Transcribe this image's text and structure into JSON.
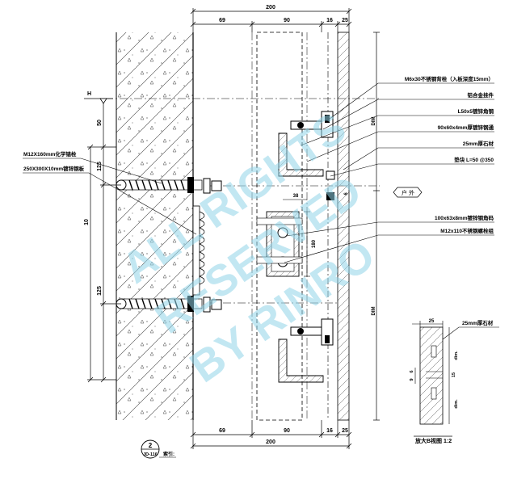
{
  "dimensions": {
    "top_total": "200",
    "top_segments": [
      "69",
      "90",
      "16",
      "25"
    ],
    "bottom_total": "200",
    "bottom_segments": [
      "69",
      "90",
      "16",
      "25"
    ],
    "left_50": "50",
    "left_125_top": "125",
    "left_10": "10",
    "left_125_bottom": "125",
    "bracket_38": "38",
    "bracket_180": "180",
    "right_dim_top": "DIM",
    "right_dim_bottom": "DIM",
    "gap_6": "6",
    "level_mark": "H"
  },
  "callouts": [
    "M6x30不锈钢背栓（入板深度15mm）",
    "铝合金挂件",
    "L50x5镀锌角钢",
    "90x60x4mm厚镀锌钢通",
    "25mm厚石材",
    "垫块 L=50 @350",
    "100x63x8mm镀锌钢角码",
    "M12x110不锈钢螺栓组"
  ],
  "left_callouts": [
    "M12X160mm化学锚栓",
    "250X300X10mm镀锌钢板"
  ],
  "outdoor_label": "户 外",
  "detail": {
    "stone_label": "25mm厚石材",
    "dim_top": "25",
    "dim_15": "15",
    "dim_6": "6",
    "dim_9": "9",
    "dim_a": "dim.",
    "dim_b": "dim.",
    "title": "放大B视图 1:2"
  },
  "index_symbol": {
    "number": "2",
    "sheet": "JD-116",
    "label": "索引:"
  },
  "watermark": [
    "ALL RIGHTS",
    "RESERVED",
    "BY RINRO"
  ]
}
